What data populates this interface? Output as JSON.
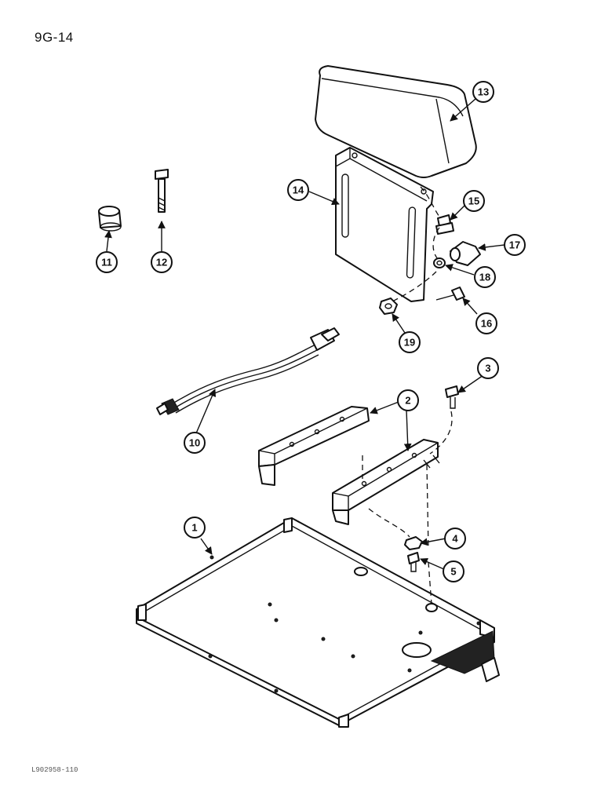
{
  "page_code": "9G-14",
  "footer_code": "L902958-110",
  "callouts": [
    {
      "id": "1",
      "label": "1"
    },
    {
      "id": "2",
      "label": "2"
    },
    {
      "id": "3",
      "label": "3"
    },
    {
      "id": "4",
      "label": "4"
    },
    {
      "id": "5",
      "label": "5"
    },
    {
      "id": "10",
      "label": "10"
    },
    {
      "id": "11",
      "label": "11"
    },
    {
      "id": "12",
      "label": "12"
    },
    {
      "id": "13",
      "label": "13"
    },
    {
      "id": "14",
      "label": "14"
    },
    {
      "id": "15",
      "label": "15"
    },
    {
      "id": "16",
      "label": "16"
    },
    {
      "id": "17",
      "label": "17"
    },
    {
      "id": "18",
      "label": "18"
    },
    {
      "id": "19",
      "label": "19"
    }
  ]
}
